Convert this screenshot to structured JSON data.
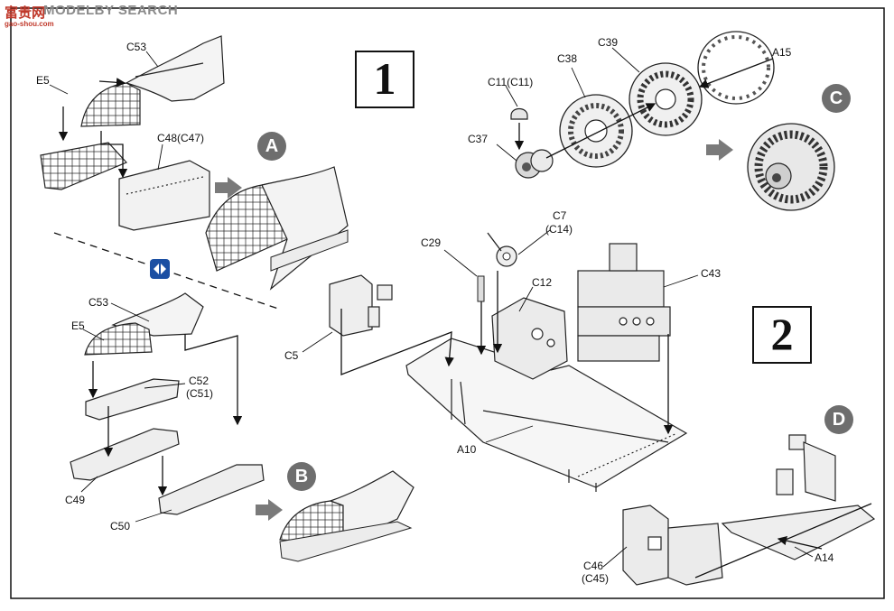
{
  "watermark": {
    "brand": "富贵网",
    "text": "MODELBY SEARCH",
    "url": "gao-shou.com"
  },
  "steps": {
    "step1": "1",
    "step2": "2"
  },
  "callouts": {
    "a": "A",
    "b": "B",
    "c": "C",
    "d": "D"
  },
  "parts": {
    "c53_top": "C53",
    "e5_top": "E5",
    "c48": "C48(C47)",
    "c53_bottom": "C53",
    "e5_bottom": "E5",
    "c52": "C52",
    "c52_alt": "(C51)",
    "c49": "C49",
    "c50": "C50",
    "c11": "C11(C11)",
    "c38": "C38",
    "c39": "C39",
    "a15": "A15",
    "c37": "C37",
    "c7": "C7",
    "c7_alt": "(C14)",
    "c29": "C29",
    "c12": "C12",
    "c43": "C43",
    "c5": "C5",
    "a10": "A10",
    "c46": "C46",
    "c46_alt": "(C45)",
    "a14": "A14"
  },
  "colors": {
    "callout": "#6e6e6e",
    "arrow": "#7a7a7a",
    "line": "#111111",
    "alt_icon": "#1b4fa3"
  },
  "icons": [
    "alternative-parts-icon",
    "gray-flow-arrow-icon"
  ]
}
